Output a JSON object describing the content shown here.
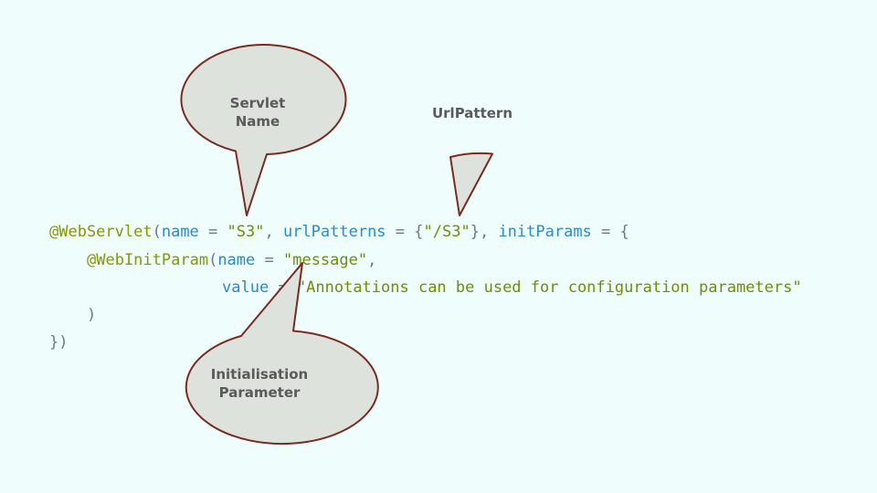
{
  "callouts": {
    "servlet_name": [
      "Servlet",
      "Name"
    ],
    "url_pattern": [
      "UrlPattern"
    ],
    "init_param": [
      "Initialisation",
      "Parameter"
    ]
  },
  "code": {
    "line1": {
      "annotation": "@WebServlet",
      "open": "(",
      "name_key": "name",
      "eq1": " = ",
      "name_val": "\"S3\"",
      "sep1": ", ",
      "url_key": "urlPatterns",
      "eq2": " = ",
      "url_open": "{",
      "url_val": "\"/S3\"",
      "url_close": "}",
      "sep2": ", ",
      "init_key": "initParams",
      "eq3": " = ",
      "brace": "{"
    },
    "line2": {
      "annotation": "@WebInitParam",
      "open": "(",
      "name_key": "name",
      "eq": " = ",
      "name_val": "\"message\"",
      "comma": ","
    },
    "line3": {
      "value_key": "value",
      "eq": " = ",
      "value_val": "\"Annotations can be used for configuration parameters\""
    },
    "line4": {
      "close": ")"
    },
    "line5": {
      "close": "})"
    }
  },
  "colors": {
    "background": "#f0fdfd",
    "annotation": "#859900",
    "keyword": "#268bd2",
    "string": "#6f8f00",
    "punctuation": "#6b7b84",
    "bubble_fill": "#dde2dd",
    "bubble_stroke": "#7a2a1e",
    "bubble_text": "#5a5a5a"
  }
}
